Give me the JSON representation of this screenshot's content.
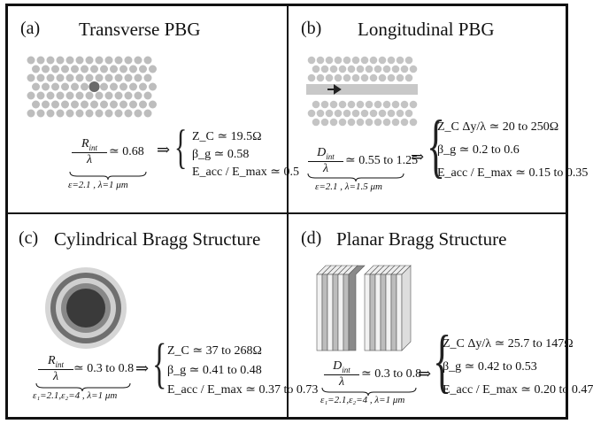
{
  "panels": [
    {
      "tag": "(a)",
      "title": "Transverse PBG",
      "ratio_num": "R",
      "ratio_num_sub": "int",
      "ratio_den": "λ",
      "ratio_rest": "≃ 0.68",
      "underbrace": "ε=2.1 , λ=1 μm",
      "arrow": "⇒",
      "results": [
        "Z_C ≃ 19.5Ω",
        "β_g ≃ 0.58",
        "E_acc / E_max ≃ 0.5"
      ]
    },
    {
      "tag": "(b)",
      "title": "Longitudinal PBG",
      "ratio_num": "D",
      "ratio_num_sub": "int",
      "ratio_den": "λ",
      "ratio_rest": "≃ 0.55 to 1.25",
      "underbrace": "ε=2.1 , λ=1.5 μm",
      "arrow": "⇒",
      "results": [
        "Z_C Δy/λ ≃ 20 to 250Ω",
        "β_g ≃ 0.2 to 0.6",
        "E_acc / E_max ≃ 0.15 to 0.35"
      ]
    },
    {
      "tag": "(c)",
      "title": "Cylindrical Bragg Structure",
      "ratio_num": "R",
      "ratio_num_sub": "int",
      "ratio_den": "λ",
      "ratio_rest": "≃ 0.3 to 0.8",
      "underbrace": "ε₁=2.1,ε₂=4 , λ=1 μm",
      "arrow": "⇒",
      "results": [
        "Z_C ≃ 37 to 268Ω",
        "β_g ≃ 0.41 to 0.48",
        "E_acc / E_max ≃ 0.37 to 0.73"
      ]
    },
    {
      "tag": "(d)",
      "title": "Planar Bragg Structure",
      "ratio_num": "D",
      "ratio_num_sub": "int",
      "ratio_den": "λ",
      "ratio_rest": "≃ 0.3 to 0.8",
      "underbrace": "ε₁=2.1,ε₂=4 , λ=1 μm",
      "arrow": "⇒",
      "results": [
        "Z_C Δy/λ ≃ 25.7 to 147Ω",
        "β_g ≃ 0.42 to 0.53",
        "E_acc / E_max ≃ 0.20 to 0.47"
      ]
    }
  ]
}
